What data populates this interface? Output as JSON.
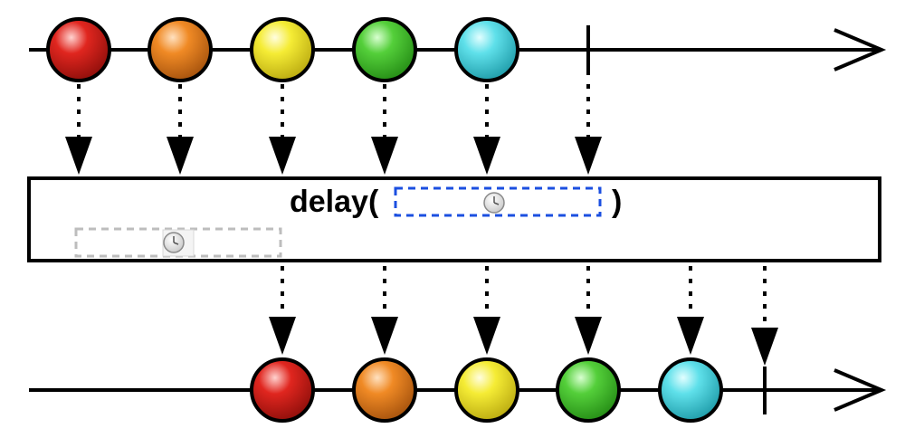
{
  "operator": {
    "name": "delay(",
    "close": ")"
  },
  "colors": {
    "red": "#e0261f",
    "orange": "#f08a25",
    "yellow": "#f5ec35",
    "green": "#54cf3a",
    "cyan": "#5fe0ea",
    "timer_blue": "#1b4fe0",
    "timer_gray": "#bdbdbd"
  },
  "source_stream": {
    "items": [
      "red",
      "orange",
      "yellow",
      "green",
      "cyan"
    ],
    "completes": true
  },
  "result_stream": {
    "items": [
      "red",
      "orange",
      "yellow",
      "green",
      "cyan"
    ],
    "completes": true
  },
  "icons": [
    "clock-icon",
    "clock-icon"
  ]
}
